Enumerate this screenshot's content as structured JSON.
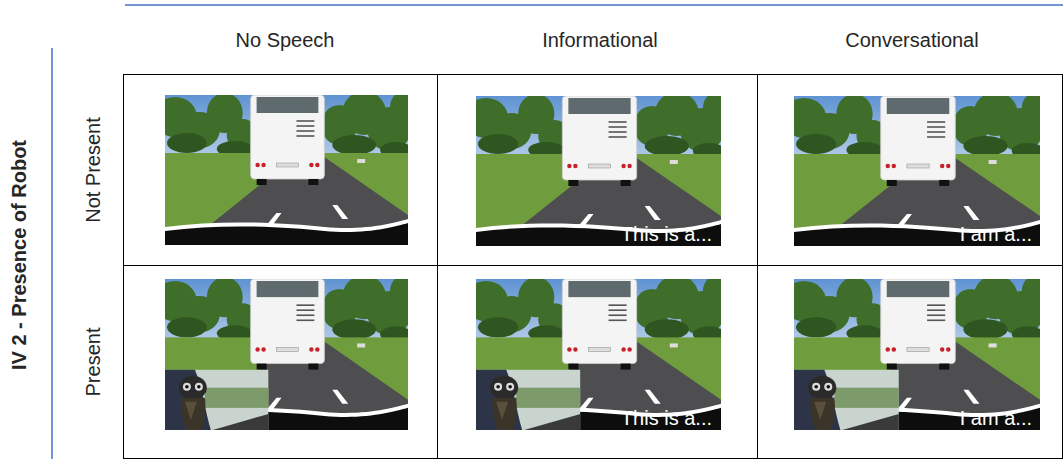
{
  "diagram": {
    "labels": [
      "No Speech",
      "Informational",
      "Conversational",
      "IV 2 - Presence of Robot",
      "Not Present",
      "Present",
      "This is a...",
      "I am a...",
      "This is a...",
      "I am a..."
    ]
  }
}
